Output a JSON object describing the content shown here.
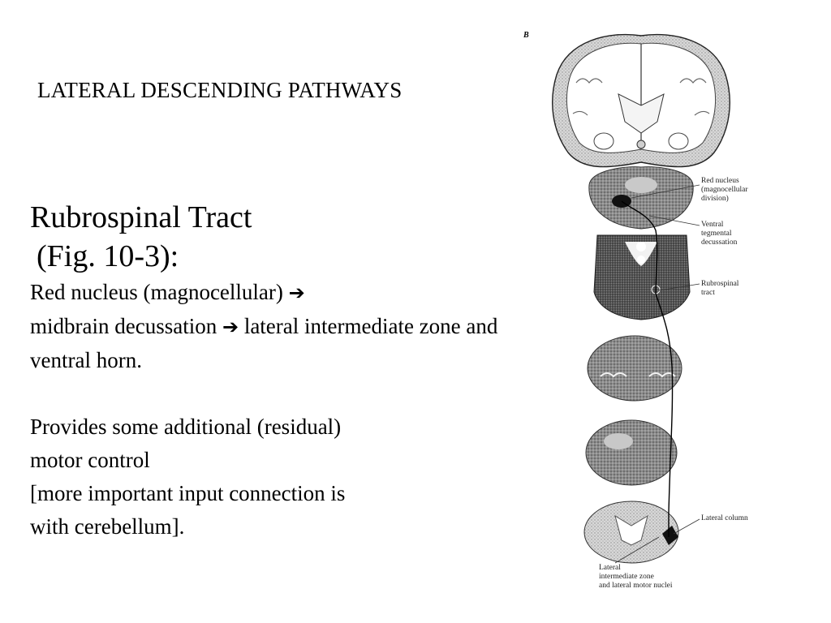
{
  "slide": {
    "title": "LATERAL DESCENDING PATHWAYS",
    "heading": "Rubrospinal Tract",
    "figure_ref": "(Fig. 10-3):",
    "paragraph1": {
      "part1": "Red nucleus (magnocellular)",
      "arrow": "➔",
      "part2": "midbrain decussation",
      "part3": "lateral intermediate zone and ventral horn."
    },
    "paragraph2": {
      "line1": "Provides some additional (residual)",
      "line2": "motor control",
      "line3": "[more important input connection is",
      "line4": "with cerebellum]."
    }
  },
  "figure": {
    "panel_letter": "B",
    "labels": {
      "red_nucleus": [
        "Red nucleus",
        "(magnocellular",
        "division)"
      ],
      "ventral_tegmental": [
        "Ventral",
        "tegmental",
        "decussation"
      ],
      "rubrospinal": [
        "Rubrospinal",
        "tract"
      ],
      "lateral_column": [
        "Lateral column"
      ],
      "lateral_zone": [
        "Lateral",
        "intermediate zone",
        "and lateral motor nuclei"
      ]
    }
  }
}
